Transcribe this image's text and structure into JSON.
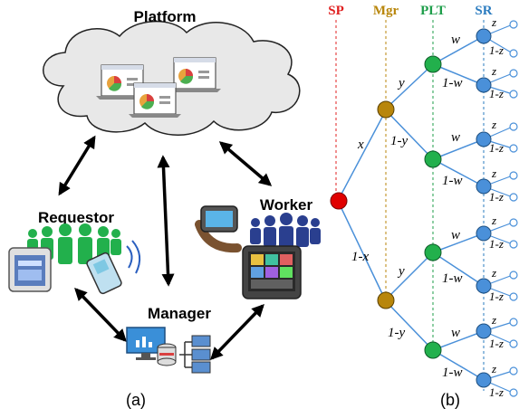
{
  "left_panel": {
    "nodes": {
      "platform": "Platform",
      "requestor": "Requestor",
      "worker": "Worker",
      "manager": "Manager"
    },
    "caption": "(a)"
  },
  "right_panel": {
    "column_headers": {
      "sp": "SP",
      "mgr": "Mgr",
      "plt": "PLT",
      "sr": "SR"
    },
    "column_colors": {
      "sp": "#e02020",
      "mgr": "#b8860b",
      "plt": "#1e9e4a",
      "sr": "#2a7bbf"
    },
    "node_colors": {
      "root": "#e00000",
      "mgr": "#b8860b",
      "plt": "#22b04c",
      "sr": "#4a90d9",
      "leaf": "#ffffff"
    },
    "edge_labels": {
      "x": "x",
      "one_minus_x": "1-x",
      "y": "y",
      "one_minus_y": "1-y",
      "w": "w",
      "one_minus_w": "1-w",
      "z": "z",
      "one_minus_z": "1-z"
    },
    "caption": "(b)"
  }
}
